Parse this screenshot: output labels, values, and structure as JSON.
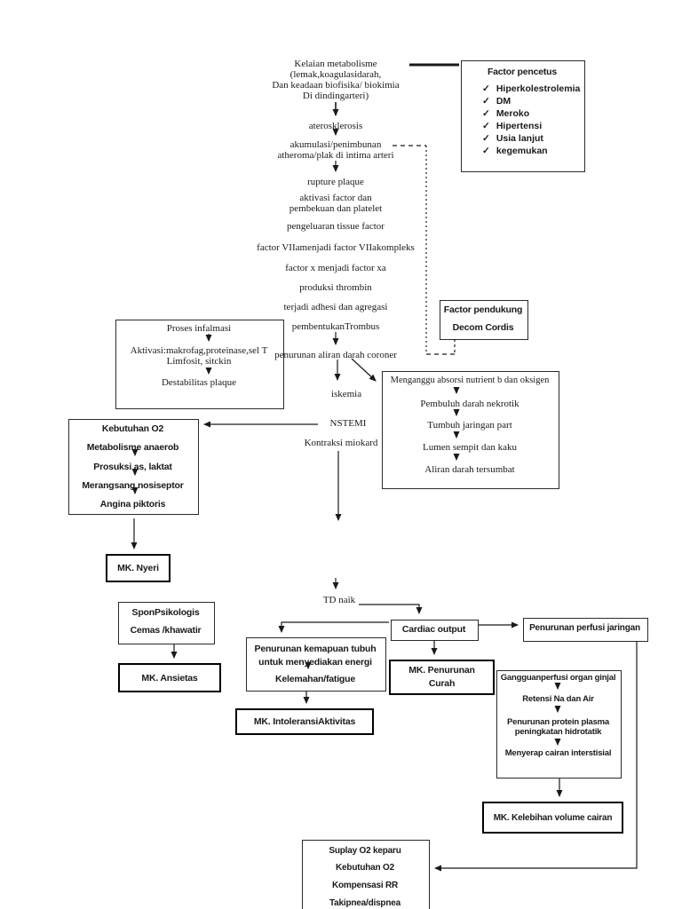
{
  "colors": {
    "ink": "#1a1a1a",
    "paper": "#ffffff"
  },
  "icons": {
    "check": "✓"
  },
  "nodes": {
    "kelaian": [
      "Kelaian metabolisme",
      "(lemak,koagulasidarah,",
      "Dan keadaan biofisika/ biokimia",
      "Di dindingarteri)"
    ],
    "aterosklerosis": "aterosklerosis",
    "akumulasi": [
      "akumulasi/penimbunan",
      "atheroma/plak di intima arteri"
    ],
    "rupture": "rupture plaque",
    "aktivasi": [
      "aktivasi factor dan",
      "pembekuan dan platelet"
    ],
    "pengeluaran": "pengeluaran tissue factor",
    "factor_vii": "factor VIIamenjadi factor VIIakompleks",
    "factor_x": "factor x menjadi factor xa",
    "produksi": "produksi thrombin",
    "terjadi": "terjadi adhesi dan agregasi",
    "pembentukan": "pembentukanTrombus",
    "penurunan_coroner": "penurunan aliran darah coroner",
    "iskemia": "iskemia",
    "nstemi": "NSTEMI",
    "kontraksi": "Kontraksi miokard",
    "td_naik": "TD naik"
  },
  "factor_pencetus": {
    "title": "Factor pencetus",
    "items": [
      "Hiperkolestrolemia",
      "DM",
      "Meroko",
      "Hipertensi",
      "Usia lanjut",
      "kegemukan"
    ]
  },
  "factor_pendukung": {
    "lines": [
      "Factor pendukung",
      "Decom Cordis"
    ]
  },
  "proses_infalmasi": {
    "lines": [
      "Proses infalmasi",
      "Aktivasi:makrofag,proteinase,sel T",
      "Limfosit, sitckin",
      "Destabilitas plaque"
    ]
  },
  "menganggu": {
    "lines": [
      "Menganggu absorsi nutrient b dan oksigen",
      "Pembuluh darah nekrotik",
      "Tumbuh jaringan part",
      "Lumen sempit dan kaku",
      "Aliran darah tersumbat"
    ]
  },
  "kebutuhan": {
    "lines": [
      "Kebutuhan O2",
      "Metabolisme anaerob",
      "Prosuksi as, laktat",
      "Merangsang nosiseptor",
      "Angina piktoris"
    ]
  },
  "mk_nyeri": "MK. Nyeri",
  "spon": {
    "lines": [
      "SponPsikologis",
      "Cemas /khawatir"
    ]
  },
  "mk_ansietas": "MK. Ansietas",
  "penurunan_kemapuan": {
    "lines": [
      "Penurunan kemapuan tubuh",
      "untuk menyediakan energi",
      "Kelemahan/fatigue"
    ]
  },
  "mk_intoleransi": "MK. IntoleransiAktivitas",
  "cardiac": "Cardiac output",
  "perfusi": "Penurunan perfusi jaringan",
  "mk_curah": {
    "lines": [
      "MK. Penurunan",
      "Curah"
    ]
  },
  "ginjal": {
    "lines": [
      "Gangguanperfusi organ ginjal",
      "Retensi Na dan Air",
      "Penurunan protein plasma",
      "peningkatan hidrotatik",
      "Menyerap cairan interstisial"
    ]
  },
  "mk_kelebihan": "MK. Kelebihan volume cairan",
  "suplay": {
    "lines": [
      "Suplay O2 keparu",
      "Kebutuhan O2",
      "Kompensasi RR",
      "Takipnea/dispnea"
    ]
  }
}
